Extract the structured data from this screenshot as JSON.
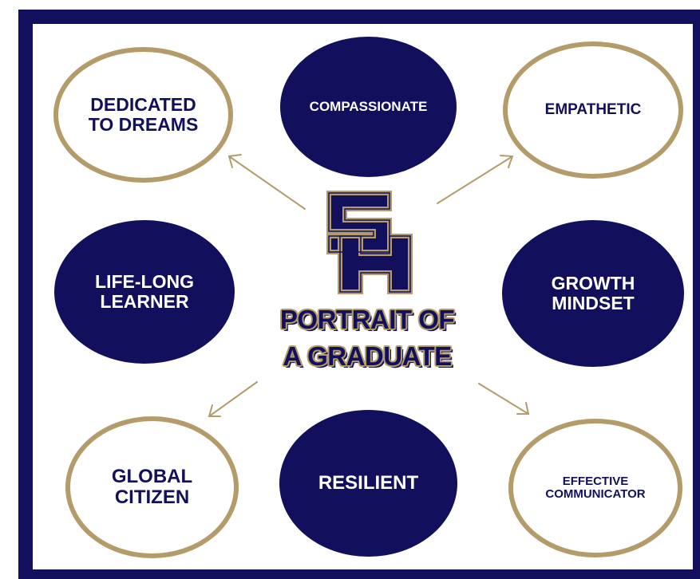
{
  "title": {
    "line1": "PORTRAIT OF",
    "line2": "A GRADUATE"
  },
  "logo": {
    "letters_top": "S",
    "letters_bottom": "H"
  },
  "traits": {
    "dedicated": "DEDICATED\nTO DREAMS",
    "compassionate": "COMPASSIONATE",
    "empathetic": "EMPATHETIC",
    "lifelong": "LIFE-LONG\nLEARNER",
    "growth": "GROWTH\nMINDSET",
    "global": "GLOBAL\nCITIZEN",
    "resilient": "RESILIENT",
    "communicator": "EFFECTIVE\nCOMMUNICATOR"
  },
  "colors": {
    "navy": "#12105c",
    "gold": "#b39b6a",
    "background": "#ffffff"
  }
}
